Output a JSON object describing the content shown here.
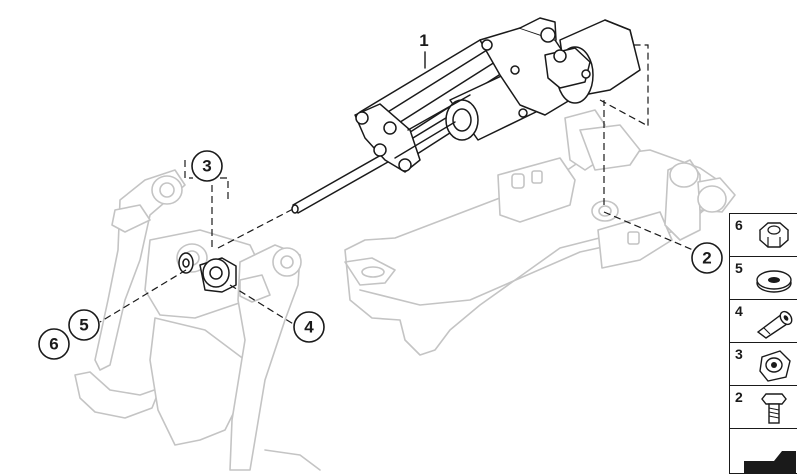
{
  "diagram": {
    "main_label": "1",
    "callouts": [
      {
        "id": "callout-3",
        "label": "3"
      },
      {
        "id": "callout-2",
        "label": "2"
      },
      {
        "id": "callout-4",
        "label": "4"
      },
      {
        "id": "callout-5",
        "label": "5"
      },
      {
        "id": "callout-6",
        "label": "6"
      }
    ]
  },
  "legend": {
    "items": [
      {
        "number": "6",
        "icon": "hex-nut-icon"
      },
      {
        "number": "5",
        "icon": "washer-icon"
      },
      {
        "number": "4",
        "icon": "bushing-sleeve-icon"
      },
      {
        "number": "3",
        "icon": "clip-nut-icon"
      },
      {
        "number": "2",
        "icon": "hex-bolt-icon"
      }
    ]
  },
  "colors": {
    "ink": "#1a1a1a",
    "ghost": "#c4c4c4",
    "background": "#ffffff"
  }
}
